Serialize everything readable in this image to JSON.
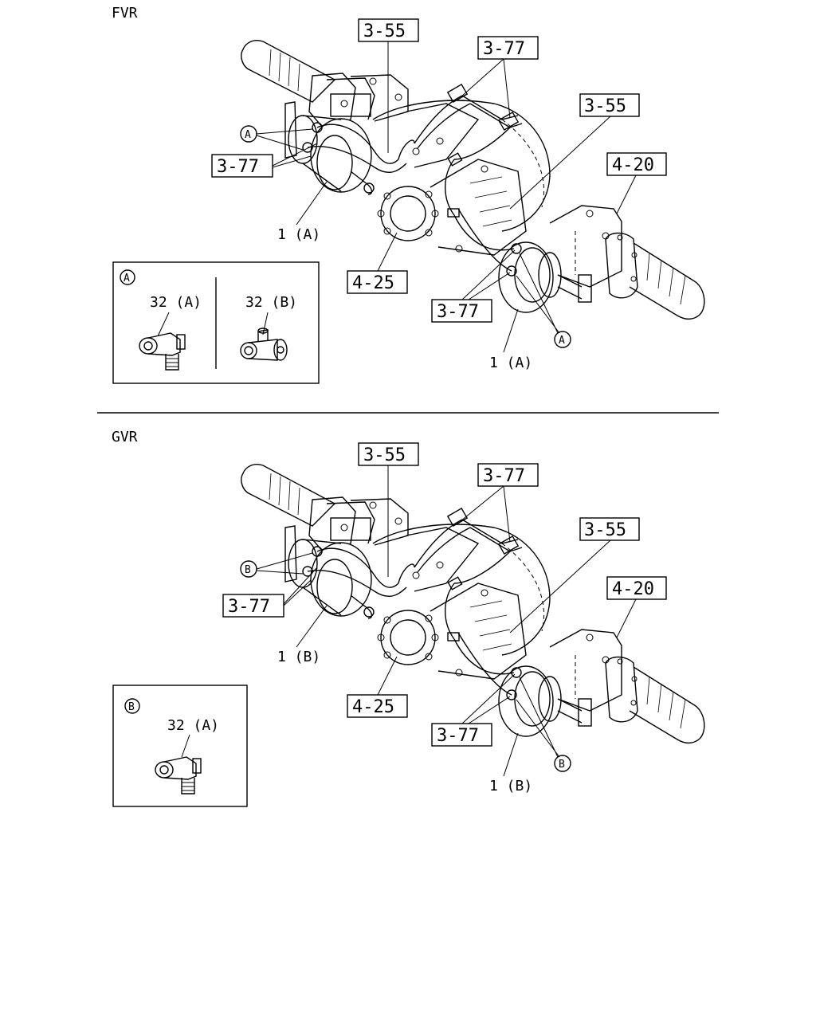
{
  "sections": [
    {
      "title": "FVR",
      "refs": {
        "r355a": "3-55",
        "r377a": "3-77",
        "r355b": "3-55",
        "r377b": "3-77",
        "r420": "4-20",
        "r425": "4-25",
        "r377c": "3-77",
        "part1a": "1 (A)",
        "part1b": "1 (A)"
      },
      "callout_letter": "A",
      "detail": {
        "letter": "A",
        "items": [
          "32 (A)",
          "32 (B)"
        ]
      }
    },
    {
      "title": "GVR",
      "refs": {
        "r355a": "3-55",
        "r377a": "3-77",
        "r355b": "3-55",
        "r377b": "3-77",
        "r420": "4-20",
        "r425": "4-25",
        "r377c": "3-77",
        "part1a": "1 (B)",
        "part1b": "1 (B)"
      },
      "callout_letter": "B",
      "detail": {
        "letter": "B",
        "items": [
          "32 (A)"
        ]
      }
    }
  ]
}
